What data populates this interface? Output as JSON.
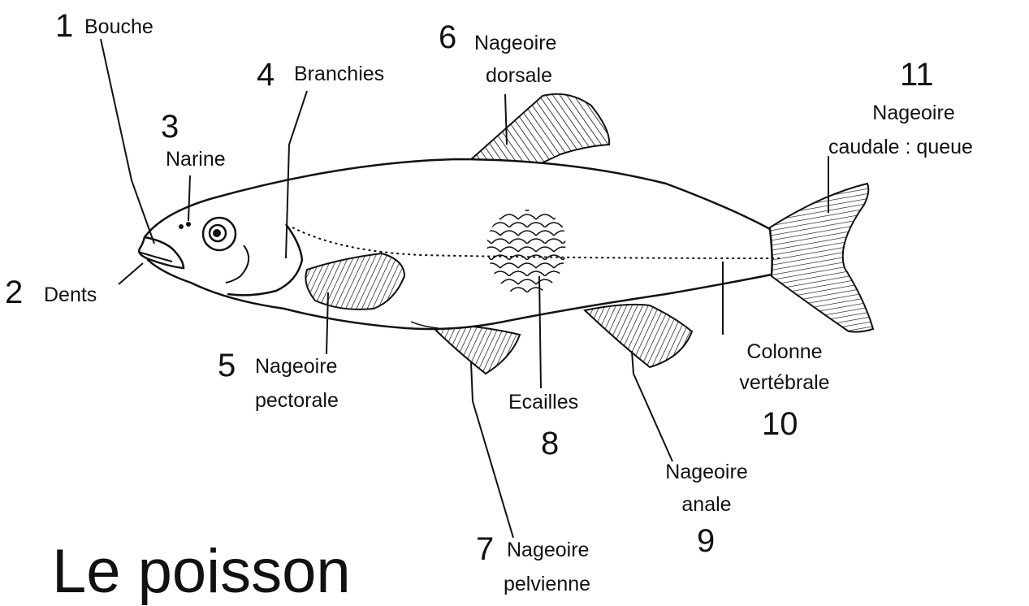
{
  "title": "Le poisson",
  "labels": [
    {
      "number": "1",
      "text": "Bouche"
    },
    {
      "number": "2",
      "text": "Dents"
    },
    {
      "number": "3",
      "text": "Narine"
    },
    {
      "number": "4",
      "text": "Branchies"
    },
    {
      "number": "5",
      "text_line1": "Nageoire",
      "text_line2": "pectorale"
    },
    {
      "number": "6",
      "text_line1": "Nageoire",
      "text_line2": "dorsale"
    },
    {
      "number": "7",
      "text_line1": "Nageoire",
      "text_line2": "pelvienne"
    },
    {
      "number": "8",
      "text": "Ecailles"
    },
    {
      "number": "9",
      "text_line1": "Nageoire",
      "text_line2": "anale"
    },
    {
      "number": "10",
      "text_line1": "Colonne",
      "text_line2": "vertébrale"
    },
    {
      "number": "11",
      "text_line1": "Nageoire",
      "text_line2": "caudale : queue"
    }
  ]
}
